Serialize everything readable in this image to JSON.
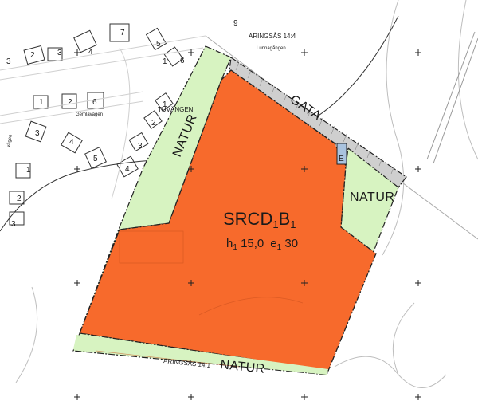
{
  "colors": {
    "zone_fill": "#f76a2c",
    "natur_fill": "#d7f3c1",
    "street_fill": "#cfcfcf",
    "boundary": "#222222",
    "building_outline": "#333333",
    "e_fill": "#a9c3df"
  },
  "labels": {
    "property_north": "ARINGSÅS 14:4",
    "street_north": "Lunnagången",
    "property_south": "ARINGSÅS 14:1",
    "street_tuvangen": "TUVÄNGEN",
    "street_gemla": "Gemlavägen",
    "road_west": "vägen",
    "gata": "GATA",
    "natur_west": "NATUR",
    "natur_east": "NATUR",
    "natur_south": "NATUR",
    "e_area": "E",
    "zone_code": "SRCD",
    "zone_code_sub1": "1",
    "zone_code_b": "B",
    "zone_code_sub2": "1",
    "zone_h": "h",
    "zone_h_sub": "1",
    "zone_h_val": " 15,0",
    "zone_e": "e",
    "zone_e_sub": "1",
    "zone_e_val": " 30"
  },
  "house_numbers": [
    "2",
    "3",
    "4",
    "7",
    "5",
    "6",
    "9",
    "1",
    "2",
    "6",
    "3",
    "4",
    "5",
    "4",
    "3",
    "2",
    "1",
    "1",
    "2",
    "3",
    "1",
    "3"
  ]
}
